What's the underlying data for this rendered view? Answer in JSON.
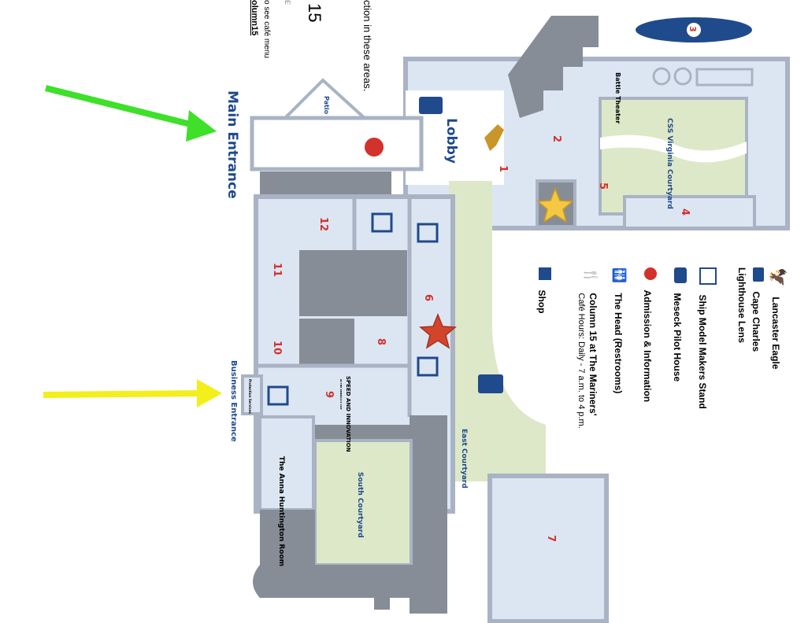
{
  "header_fragments": {
    "notice": "ction in these areas.",
    "cafe_number": "15",
    "cafe_letter": "E",
    "cafe_menu": "o see café menu",
    "cafe_link": "olumn15"
  },
  "entrances": {
    "main": "Main Entrance",
    "business": "Business Entrance",
    "protection": "Protection Services"
  },
  "areas": {
    "patio": "Patio",
    "lobby": "Lobby",
    "battle_theater": "Battle Theater",
    "css_virginia": "CSS Virginia Courtyard",
    "east_courtyard": "East Courtyard",
    "south_courtyard": "South Courtyard",
    "anna_huntington": "The Anna Huntington Room",
    "speed_innovation": "SPEED AND INNOVATION",
    "speed_sub": "IN THE AMERICA'S CUP"
  },
  "galleries": [
    "1",
    "2",
    "3",
    "4",
    "5",
    "6",
    "7",
    "8",
    "9",
    "10",
    "11",
    "12"
  ],
  "legend": [
    {
      "icon": "eagle-icon",
      "label": "Lancaster Eagle"
    },
    {
      "icon": "lens-icon",
      "label": "Cape Charles Lighthouse Lens"
    },
    {
      "icon": "ship-model-icon",
      "label": "Ship Model Makers Stand"
    },
    {
      "icon": "pilot-house-icon",
      "label": "Meseck Pilot House"
    },
    {
      "icon": "info-icon",
      "label": "Admission & Information"
    },
    {
      "icon": "restroom-icon",
      "label": "The Head (Restrooms)"
    },
    {
      "icon": "cafe-icon",
      "label": "Column 15 at The Mariners'",
      "sub": "Café Hours: Daily - 7 a.m. to 4 p.m."
    },
    {
      "icon": "shop-icon",
      "label": "Shop"
    }
  ],
  "colors": {
    "room": "#dce6f3",
    "wall": "#a9b3c4",
    "dark": "#878d96",
    "green": "#dde8c8",
    "navy": "#1f4a8c",
    "red": "#d3312b",
    "gold": "#c9962a",
    "arrow_green": "#3ee02a",
    "arrow_yellow": "#f2ef1a"
  }
}
